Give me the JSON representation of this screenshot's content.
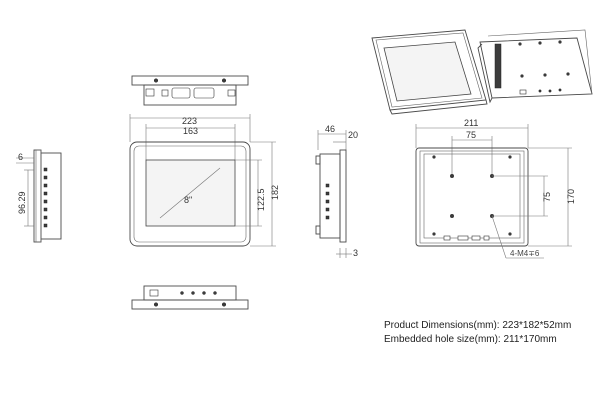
{
  "front": {
    "width": "223",
    "inner_width": "163",
    "diagonal": "8\"",
    "inner_height": "122.5",
    "height": "182"
  },
  "side_left": {
    "top_offset": "6",
    "port_span": "96.29"
  },
  "side_right": {
    "depth": "46",
    "top_depth": "20",
    "bezel": "3"
  },
  "rear": {
    "width": "211",
    "hole_x": "75",
    "hole_y": "75",
    "height": "170",
    "screw": "4-M4∓6"
  },
  "info": {
    "product_dimensions": "Product Dimensions(mm): 223*182*52mm",
    "embedded_hole": "Embedded hole size(mm): 211*170mm"
  }
}
